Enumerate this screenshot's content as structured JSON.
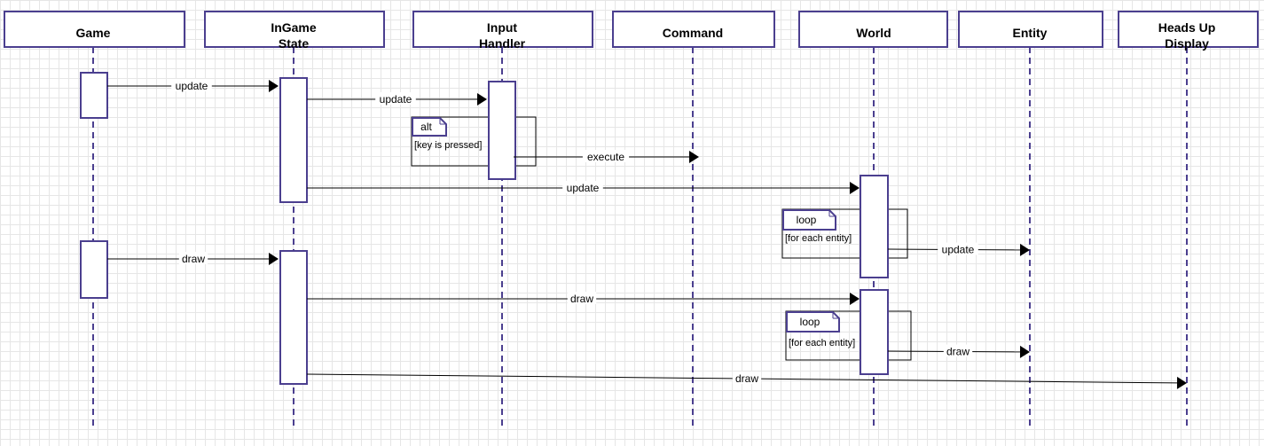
{
  "lifelines": [
    {
      "id": "game",
      "lines": [
        "Game"
      ]
    },
    {
      "id": "ingame",
      "lines": [
        "InGame",
        "State"
      ]
    },
    {
      "id": "input",
      "lines": [
        "Input",
        "Handler"
      ]
    },
    {
      "id": "command",
      "lines": [
        "Command"
      ]
    },
    {
      "id": "world",
      "lines": [
        "World"
      ]
    },
    {
      "id": "entity",
      "lines": [
        "Entity"
      ]
    },
    {
      "id": "hud",
      "lines": [
        "Heads Up",
        "Display"
      ]
    }
  ],
  "messages": [
    {
      "label": "update"
    },
    {
      "label": "update"
    },
    {
      "label": "execute"
    },
    {
      "label": "update"
    },
    {
      "label": "update"
    },
    {
      "label": "draw"
    },
    {
      "label": "draw"
    },
    {
      "label": "draw"
    },
    {
      "label": "draw"
    }
  ],
  "fragments": [
    {
      "operator": "alt",
      "guard": "[key is pressed]"
    },
    {
      "operator": "loop",
      "guard": "[for each entity]"
    },
    {
      "operator": "loop",
      "guard": "[for each entity]"
    }
  ],
  "colors": {
    "lifeline": "#4b3f8f",
    "message": "#000000",
    "grid": "#e6e6e6"
  }
}
